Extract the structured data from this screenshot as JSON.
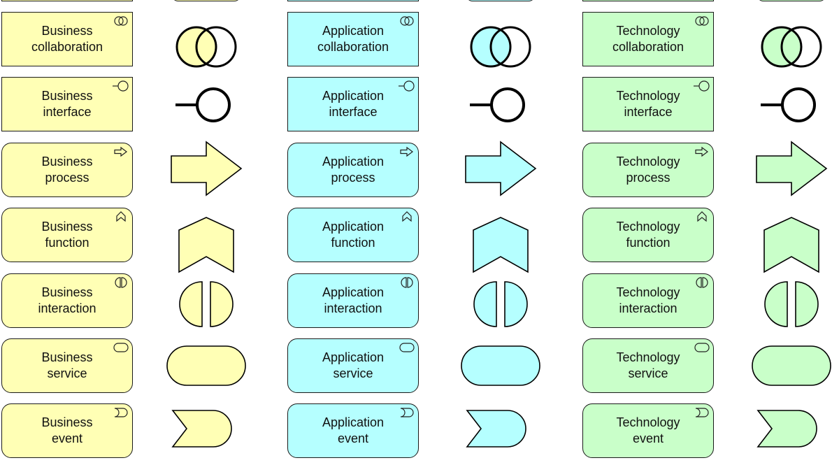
{
  "colors": {
    "business": "#ffffb5",
    "application": "#b5ffff",
    "technology": "#c9ffc9",
    "stroke": "#000000"
  },
  "layers": [
    {
      "key": "business",
      "word": "Business"
    },
    {
      "key": "application",
      "word": "Application"
    },
    {
      "key": "technology",
      "word": "Technology"
    }
  ],
  "rows": [
    {
      "type": "collaboration",
      "label": "collaboration",
      "icon": "collaboration-icon",
      "shape": "square"
    },
    {
      "type": "interface",
      "label": "interface",
      "icon": "interface-icon",
      "shape": "square"
    },
    {
      "type": "process",
      "label": "process",
      "icon": "process-arrow-icon",
      "shape": "rounded"
    },
    {
      "type": "function",
      "label": "function",
      "icon": "function-chevron-icon",
      "shape": "rounded"
    },
    {
      "type": "interaction",
      "label": "interaction",
      "icon": "interaction-icon",
      "shape": "rounded"
    },
    {
      "type": "service",
      "label": "service",
      "icon": "service-icon",
      "shape": "rounded"
    },
    {
      "type": "event",
      "label": "event",
      "icon": "event-icon",
      "shape": "rounded"
    }
  ]
}
